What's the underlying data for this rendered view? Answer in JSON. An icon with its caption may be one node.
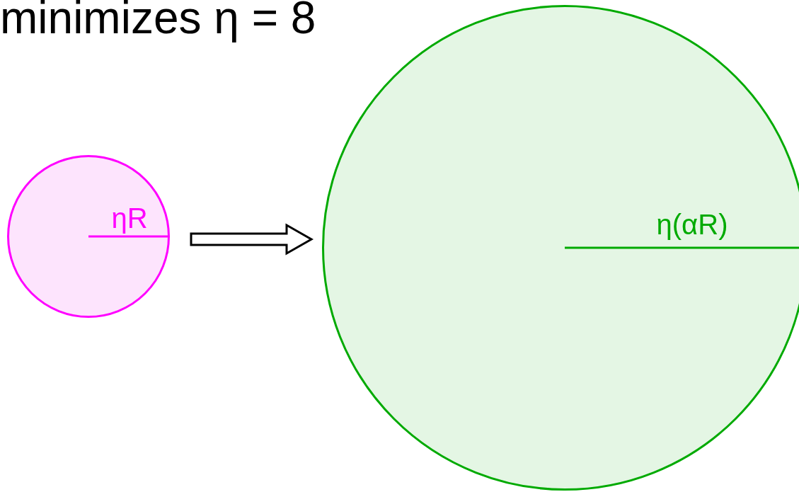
{
  "diagram": {
    "title": "minimizes η = 8",
    "nodes": [
      {
        "text": [
          "ηR"
        ]
      },
      {
        "text": [
          "η(αR)"
        ]
      }
    ],
    "edges": [
      {
        "from": 0,
        "to": 1,
        "arrow": "to"
      }
    ]
  }
}
